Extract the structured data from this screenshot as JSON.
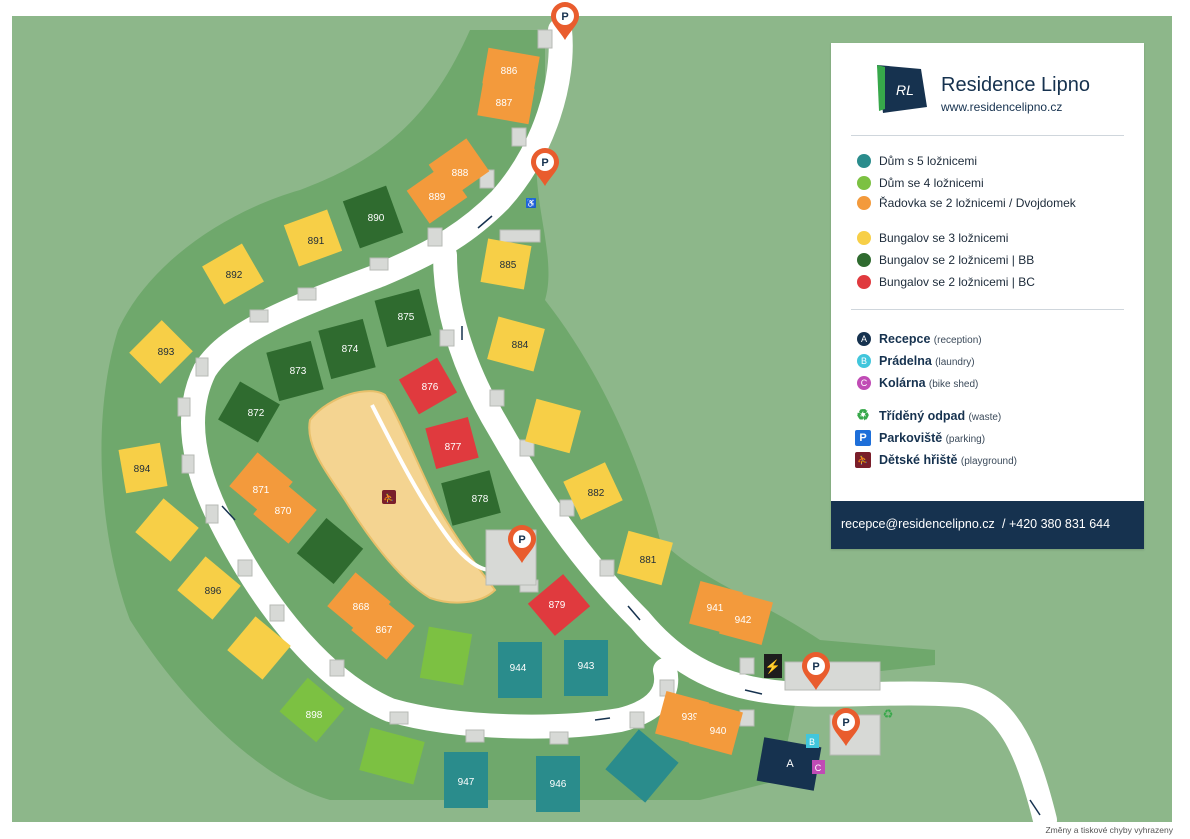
{
  "brand": {
    "name": "Residence Lipno",
    "url": "www.residencelipno.cz"
  },
  "legend": {
    "types": [
      {
        "key": "5bed",
        "label": "Dům s 5 ložnicemi",
        "color": "#2a8c8c"
      },
      {
        "key": "4bed",
        "label": "Dům se 4 ložnicemi",
        "color": "#7cc142"
      },
      {
        "key": "row2",
        "label": "Řadovka se 2 ložnicemi / Dvojdomek",
        "color": "#f39a3c"
      },
      {
        "key": "bung3",
        "label": "Bungalov se 3 ložnicemi",
        "color": "#f7cf47"
      },
      {
        "key": "bbb",
        "label": "Bungalov se 2 ložnicemi | BB",
        "color": "#2f6b2f"
      },
      {
        "key": "bbc",
        "label": "Bungalov se 2 ložnicemi | BC",
        "color": "#e03a3e"
      }
    ],
    "facilities": [
      {
        "symbol": "A",
        "label": "Recepce",
        "sub": "(reception)",
        "color": "#16324f"
      },
      {
        "symbol": "B",
        "label": "Prádelna",
        "sub": "(laundry)",
        "color": "#41c6dc"
      },
      {
        "symbol": "C",
        "label": "Kolárna",
        "sub": "(bike shed)",
        "color": "#c04bb5"
      }
    ],
    "services": [
      {
        "icon": "recycle-icon",
        "symbol": "♻",
        "label": "Tříděný odpad",
        "sub": "(waste)",
        "color": "#37a84a"
      },
      {
        "icon": "parking-icon",
        "symbol": "P",
        "label": "Parkoviště",
        "sub": "(parking)",
        "color": "#1e6fd9"
      },
      {
        "icon": "playground-icon",
        "symbol": "⛹",
        "label": "Dětské hřiště",
        "sub": "(playground)",
        "color": "#7a1e2a"
      }
    ]
  },
  "contact": {
    "email": "recepce@residencelipno.cz",
    "phone": "/ +420 380 831 644"
  },
  "note": "Změny a tiskové chyby vyhrazeny",
  "buildings": {
    "reception": "A",
    "laundry": "B",
    "bikeshed": "C",
    "houses": [
      {
        "id": "886",
        "type": "row2"
      },
      {
        "id": "887",
        "type": "row2"
      },
      {
        "id": "888",
        "type": "row2"
      },
      {
        "id": "889",
        "type": "row2"
      },
      {
        "id": "890",
        "type": "bbb"
      },
      {
        "id": "891",
        "type": "bung3"
      },
      {
        "id": "892",
        "type": "bung3"
      },
      {
        "id": "893",
        "type": "bung3"
      },
      {
        "id": "894",
        "type": "bung3"
      },
      {
        "id": "896",
        "type": "bung3"
      },
      {
        "id": "898",
        "type": "4bed"
      },
      {
        "id": "885",
        "type": "bung3"
      },
      {
        "id": "875",
        "type": "bbb"
      },
      {
        "id": "874",
        "type": "bbb"
      },
      {
        "id": "873",
        "type": "bbb"
      },
      {
        "id": "872",
        "type": "bbb"
      },
      {
        "id": "871",
        "type": "row2"
      },
      {
        "id": "870",
        "type": "row2"
      },
      {
        "id": "884",
        "type": "bung3"
      },
      {
        "id": "876",
        "type": "bbc"
      },
      {
        "id": "877",
        "type": "bbc"
      },
      {
        "id": "878",
        "type": "bbb"
      },
      {
        "id": "882",
        "type": "bung3"
      },
      {
        "id": "881",
        "type": "bung3"
      },
      {
        "id": "879",
        "type": "bbc"
      },
      {
        "id": "868",
        "type": "row2"
      },
      {
        "id": "867",
        "type": "row2"
      },
      {
        "id": "941",
        "type": "row2"
      },
      {
        "id": "942",
        "type": "row2"
      },
      {
        "id": "944",
        "type": "row2"
      },
      {
        "id": "943",
        "type": "row2"
      },
      {
        "id": "939",
        "type": "5bed"
      },
      {
        "id": "940",
        "type": "5bed"
      },
      {
        "id": "947",
        "type": "5bed"
      },
      {
        "id": "946",
        "type": "5bed"
      }
    ]
  }
}
